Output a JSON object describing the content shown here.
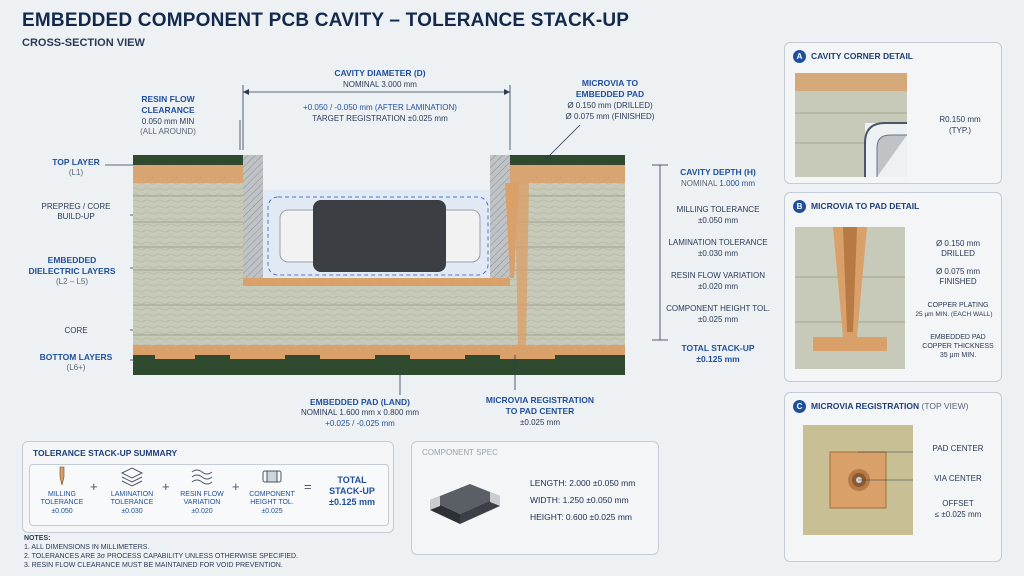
{
  "header": {
    "title": "EMBEDDED COMPONENT PCB CAVITY – TOLERANCE STACK-UP",
    "subtitle": "CROSS-SECTION VIEW"
  },
  "left_labels": {
    "top_layer": "TOP LAYER",
    "top_layer_sub": "(L1)",
    "prepreg": "PREPREG / CORE",
    "prepreg2": "BUILD-UP",
    "embedded": "EMBEDDED",
    "embedded2": "DIELECTRIC LAYERS",
    "embedded_sub": "(L2 – L5)",
    "core": "CORE",
    "bottom": "BOTTOM LAYERS",
    "bottom_sub": "(L6+)"
  },
  "resin_flow": {
    "title1": "RESIN FLOW",
    "title2": "CLEARANCE",
    "value": "0.050 mm MIN",
    "note": "(ALL AROUND)"
  },
  "cavity_diameter": {
    "title": "CAVITY DIAMETER (D)",
    "nominal": "NOMINAL 3.000 mm",
    "tol": "+0.050 / -0.050 mm (AFTER LAMINATION)",
    "target": "TARGET REGISTRATION ±0.025 mm"
  },
  "microvia_pad": {
    "title1": "MICROVIA TO",
    "title2": "EMBEDDED PAD",
    "drilled": "Ø 0.150 mm (DRILLED)",
    "finished": "Ø 0.075 mm (FINISHED)"
  },
  "right_stack": {
    "depth_title": "CAVITY DEPTH (H)",
    "depth_nominal_label": "NOMINAL",
    "depth_nominal_value": "1.000 mm",
    "milling": "MILLING TOLERANCE",
    "milling_v": "±0.050 mm",
    "lamination": "LAMINATION TOLERANCE",
    "lamination_v": "±0.030 mm",
    "resin": "RESIN FLOW VARIATION",
    "resin_v": "±0.020 mm",
    "component": "COMPONENT HEIGHT TOL.",
    "component_v": "±0.025 mm",
    "total": "TOTAL STACK-UP",
    "total_v": "±0.125 mm"
  },
  "embedded_pad": {
    "title": "EMBEDDED PAD (LAND)",
    "nominal": "NOMINAL 1.600 mm x 0.800 mm",
    "tol": "+0.025 / -0.025 mm"
  },
  "microvia_reg": {
    "title1": "MICROVIA REGISTRATION",
    "title2": "TO PAD CENTER",
    "value": "±0.025 mm"
  },
  "summary": {
    "title": "TOLERANCE STACK-UP SUMMARY",
    "items": [
      {
        "name": "MILLING",
        "name2": "TOLERANCE",
        "value": "±0.050"
      },
      {
        "name": "LAMINATION",
        "name2": "TOLERANCE",
        "value": "±0.030"
      },
      {
        "name": "RESIN FLOW",
        "name2": "VARIATION",
        "value": "±0.020"
      },
      {
        "name": "COMPONENT",
        "name2": "HEIGHT TOL.",
        "value": "±0.025"
      }
    ],
    "plus": "+",
    "equals": "=",
    "total_label1": "TOTAL",
    "total_label2": "STACK-UP",
    "total_value": "±0.125 mm"
  },
  "notes": {
    "title": "NOTES:",
    "lines": [
      "1. ALL DIMENSIONS IN MILLIMETERS.",
      "2. TOLERANCES ARE 3σ PROCESS CAPABILITY UNLESS OTHERWISE SPECIFIED.",
      "3. RESIN FLOW CLEARANCE MUST BE MAINTAINED FOR VOID PREVENTION."
    ]
  },
  "component_spec": {
    "title": "COMPONENT SPEC",
    "length_label": "LENGTH:",
    "length": "2.000 ±0.050 mm",
    "width_label": "WIDTH:",
    "width": "1.250 ±0.050 mm",
    "height_label": "HEIGHT:",
    "height": "0.600 ±0.025 mm"
  },
  "panel_a": {
    "badge": "A",
    "title": "CAVITY CORNER DETAIL",
    "radius": "R0.150 mm",
    "typ": "(TYP.)"
  },
  "panel_b": {
    "badge": "B",
    "title": "MICROVIA TO PAD DETAIL",
    "d1": "Ø 0.150 mm",
    "d1s": "DRILLED",
    "d2": "Ø 0.075 mm",
    "d2s": "FINISHED",
    "cu1": "COPPER PLATING",
    "cu2": "25 µm MIN. (EACH WALL)",
    "pad1": "EMBEDDED PAD",
    "pad2": "COPPER THICKNESS",
    "pad3": "35 µm MIN."
  },
  "panel_c": {
    "badge": "C",
    "title": "MICROVIA REGISTRATION",
    "title_sub": "(TOP VIEW)",
    "pad_center": "PAD CENTER",
    "via_center": "VIA CENTER",
    "offset": "OFFSET",
    "offset_v": "≤ ±0.025 mm"
  },
  "colors": {
    "copper": "#d9a06a",
    "laminate": "#c9cbbd",
    "soldermask": "#2f4a2f",
    "accent": "#1f4f9c"
  }
}
